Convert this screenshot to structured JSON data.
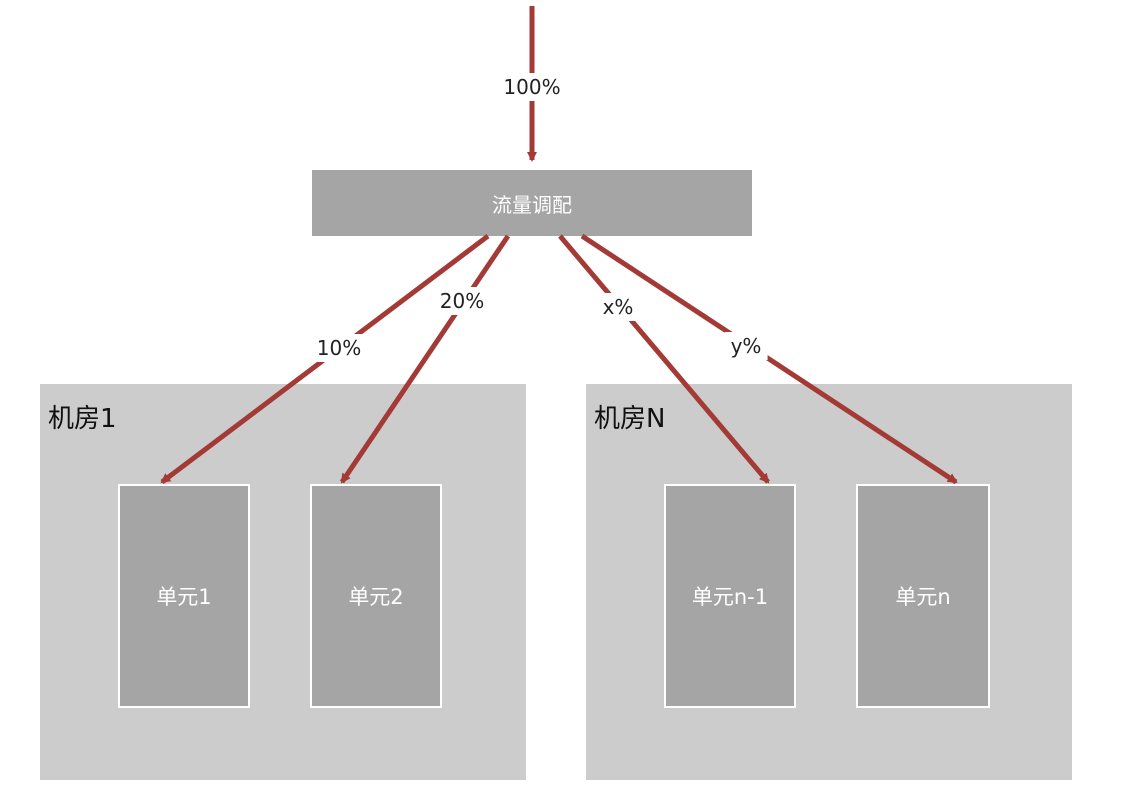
{
  "colors": {
    "arrow": "#a33a35",
    "room_bg": "#cccccc",
    "unit_bg": "#a5a5a5",
    "dispatcher_bg": "#a5a5a5",
    "box_text": "#ffffff"
  },
  "dispatcher": {
    "label": "流量调配"
  },
  "incoming": {
    "label": "100%"
  },
  "rooms": [
    {
      "title": "机房1"
    },
    {
      "title": "机房N"
    }
  ],
  "units": [
    {
      "label": "单元1"
    },
    {
      "label": "单元2"
    },
    {
      "label": "单元n-1"
    },
    {
      "label": "单元n"
    }
  ],
  "flows": [
    {
      "label": "10%"
    },
    {
      "label": "20%"
    },
    {
      "label": "x%"
    },
    {
      "label": "y%"
    }
  ]
}
